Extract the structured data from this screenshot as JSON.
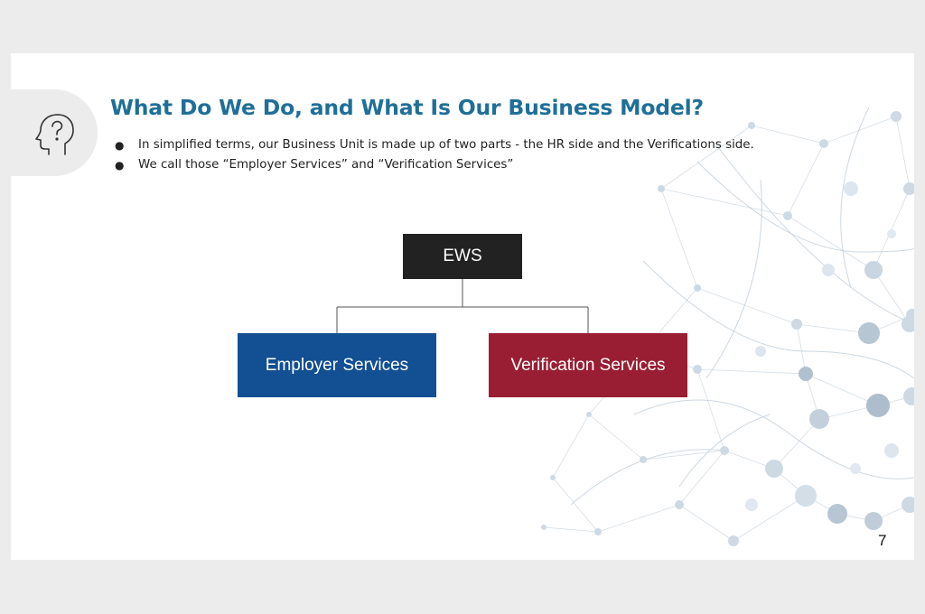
{
  "slide": {
    "title": "What Do We Do, and What Is Our Business Model?",
    "bullets": [
      "In simplified terms, our Business Unit is made up of two parts - the HR side and the Verifications side.",
      "We call those “Employer Services” and “Verification Services”"
    ],
    "bullet_marker": "●",
    "page_number": "7",
    "icon": "head-question-icon"
  },
  "org_chart": {
    "root": {
      "label": "EWS",
      "color": "#222222"
    },
    "children": [
      {
        "label": "Employer Services",
        "color": "#124f93"
      },
      {
        "label": "Verification Services",
        "color": "#9a1e33"
      }
    ]
  },
  "colors": {
    "title": "#1f6f98",
    "background": "#ececec"
  }
}
